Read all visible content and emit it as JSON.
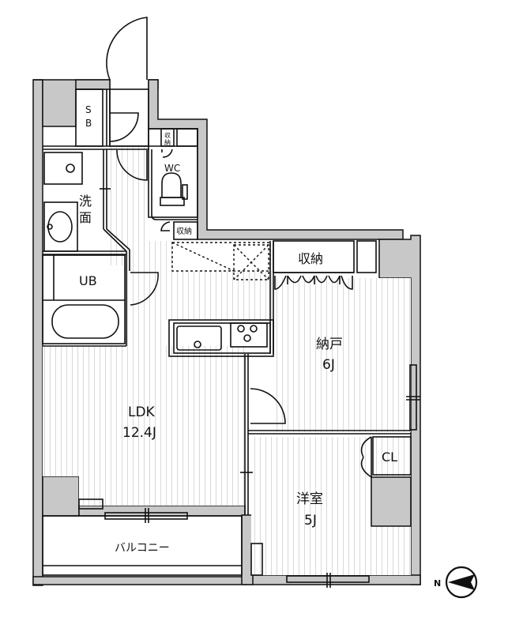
{
  "floorplan": {
    "rooms": {
      "sb": {
        "line1": "S",
        "line2": "B"
      },
      "wc": {
        "label": "WC"
      },
      "storage_small_top": {
        "line1": "収",
        "line2": "納"
      },
      "storage_small_mid": {
        "label": "収納"
      },
      "washroom": {
        "line1": "洗",
        "line2": "面"
      },
      "ub": {
        "label": "UB"
      },
      "storage_main": {
        "label": "収納"
      },
      "nando": {
        "name": "納戸",
        "size": "6J"
      },
      "ldk": {
        "name": "LDK",
        "size": "12.4J"
      },
      "cl": {
        "label": "CL"
      },
      "western": {
        "name": "洋室",
        "size": "5J"
      },
      "balcony": {
        "label": "バルコニー"
      }
    },
    "compass": {
      "label": "N"
    },
    "colors": {
      "wall": "#c8c8c8",
      "line": "#111111",
      "floor_stripe": "#dcdcdc",
      "background": "#ffffff"
    }
  }
}
